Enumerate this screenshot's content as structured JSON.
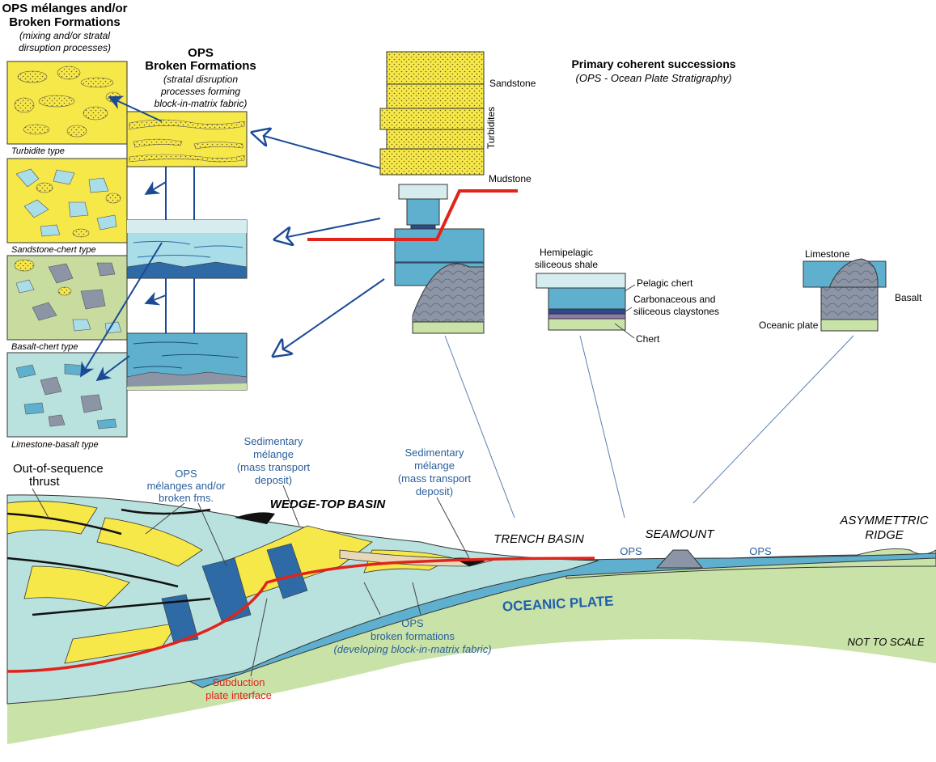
{
  "colors": {
    "sandstone": "#f7e84a",
    "chert_light": "#a9dde8",
    "chert_mid": "#5fb0cf",
    "chert_dark": "#2e6aa6",
    "basalt": "#8c95a6",
    "mudstone": "#d6ecee",
    "green": "#c9e2a8",
    "red": "#e0241b",
    "blue_label": "#2a5e9c",
    "arrow": "#1c4b96",
    "mix_bg": "#b9e2de"
  },
  "header": {
    "melanges_title_1": "OPS mélanges and/or",
    "melanges_title_2": "Broken Formations",
    "melanges_sub_1": "(mixing and/or stratal",
    "melanges_sub_2": "dirsuption processes)",
    "broken_title_1": "OPS",
    "broken_title_2": "Broken Formations",
    "broken_sub_1": "(stratal disruption",
    "broken_sub_2": "processes forming",
    "broken_sub_3": "block-in-matrix fabric)",
    "primary_title": "Primary coherent successions",
    "primary_sub": "(OPS - Ocean Plate Stratigraphy)"
  },
  "melange_types": [
    "Turbidite type",
    "Sandstone-chert type",
    "Basalt-chert type",
    "Limestone-basalt type"
  ],
  "column_labels": {
    "sandstone": "Sandstone",
    "turbidites": "Turbidites",
    "mudstone": "Mudstone",
    "hemipelagic_1": "Hemipelagic",
    "hemipelagic_2": "siliceous shale",
    "pelagic_chert": "Pelagic chert",
    "carbonaceous_1": "Carbonaceous and",
    "carbonaceous_2": "siliceous claystones",
    "chert": "Chert",
    "limestone": "Limestone",
    "basalt": "Basalt",
    "oceanic_plate": "Oceanic plate"
  },
  "section_labels": {
    "out_of_sequence_1": "Out-of-sequence",
    "out_of_sequence_2": "thrust",
    "ops_melanges_1": "OPS",
    "ops_melanges_2": "mélanges and/or",
    "ops_melanges_3": "broken fms.",
    "sed_melange_1_a": "Sedimentary",
    "sed_melange_1_b": "mélange",
    "sed_melange_1_c": "(mass transport",
    "sed_melange_1_d": "deposit)",
    "wedge_top": "WEDGE-TOP BASIN",
    "sed_melange_2_a": "Sedimentary",
    "sed_melange_2_b": "mélange",
    "sed_melange_2_c": "(mass transport",
    "sed_melange_2_d": "deposit)",
    "trench": "TRENCH BASIN",
    "seamount": "SEAMOUNT",
    "ridge_1": "ASYMMETTRIC",
    "ridge_2": "RIDGE",
    "ops_left": "OPS",
    "ops_right": "OPS",
    "oceanic_plate": "OCEANIC PLATE",
    "not_to_scale": "NOT TO SCALE",
    "ops_broken_1": "OPS",
    "ops_broken_2": "broken formations",
    "ops_broken_3": "(developing block-in-matrix fabric)",
    "subduction_1": "Subduction",
    "subduction_2": "plate interface"
  }
}
